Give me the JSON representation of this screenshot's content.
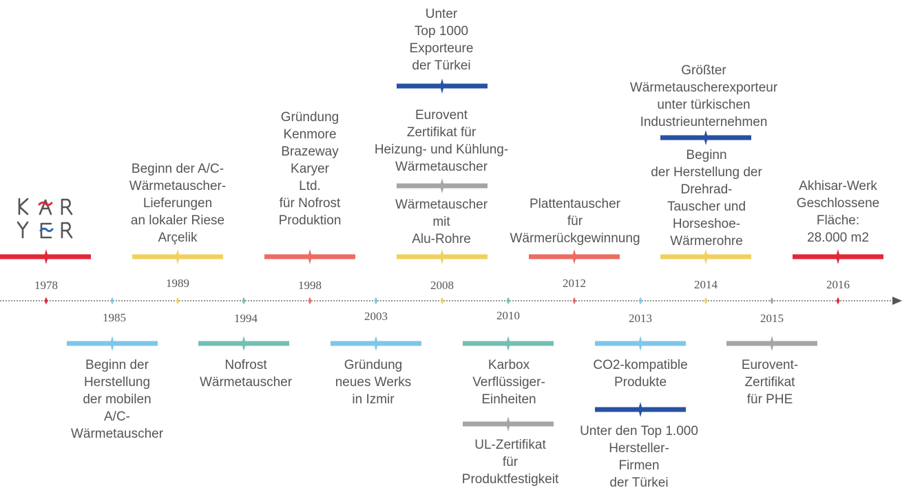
{
  "logo": {
    "line1": "K A R",
    "line2": "Y E R",
    "brand_color": "#e0283a",
    "accent_color": "#2a6ab0"
  },
  "colors": {
    "red": "#e0283a",
    "yellow": "#f0d160",
    "salmon": "#ec6c63",
    "navy": "#2851a3",
    "gray": "#a5a5a5",
    "lightblue": "#7fc6ea",
    "teal": "#73bfb2",
    "text": "#555555",
    "axis": "#555555"
  },
  "events": [
    {
      "year": "1978",
      "color": "red",
      "labels": []
    },
    {
      "year": "1985",
      "color": "lightblue",
      "labels": [
        "Beginn der\nHerstellung\nder mobilen\nA/C-\nWärmetauscher"
      ]
    },
    {
      "year": "1989",
      "color": "yellow",
      "labels": [
        "Beginn der A/C-\nWärmetauscher-\nLieferungen\nan lokaler Riese\nArçelik"
      ]
    },
    {
      "year": "1994",
      "color": "teal",
      "labels": [
        "Nofrost\nWärmetauscher"
      ]
    },
    {
      "year": "1998",
      "color": "salmon",
      "labels": [
        "Gründung\nKenmore\nBrazeway\nKaryer\nLtd.\nfür Nofrost\nProduktion"
      ]
    },
    {
      "year": "2003",
      "color": "lightblue",
      "labels": [
        "Gründung\nneues Werks\nin Izmir"
      ]
    },
    {
      "year": "2008",
      "color": "yellow",
      "labels": [
        "Wärmetauscher\nmit\nAlu-Rohre",
        "Eurovent\nZertifikat für\nHeizung- und Kühlung-\nWärmetauscher",
        "Unter\nTop 1000\nExporteure\nder Türkei"
      ]
    },
    {
      "year": "2010",
      "color": "teal",
      "labels": [
        "Karbox\nVerflüssiger-\nEinheiten",
        "UL-Zertifikat\nfür\nProduktfestigkeit"
      ]
    },
    {
      "year": "2012",
      "color": "salmon",
      "labels": [
        "Plattentauscher\nfür\nWärmerückgewinnung"
      ]
    },
    {
      "year": "2013",
      "color": "lightblue",
      "labels": [
        "CO2-kompatible\nProdukte",
        "Unter den Top 1.000\nHersteller-\nFirmen\nder Türkei"
      ]
    },
    {
      "year": "2014",
      "color": "yellow",
      "labels": [
        "Beginn\nder Herstellung der\nDrehrad-\nTauscher und\nHorseshoe-\nWärmerohre",
        "Größter\nWärmetauscherexporteur\nunter türkischen\nIndustrieunternehmen"
      ]
    },
    {
      "year": "2015",
      "color": "gray",
      "labels": [
        "Eurovent-\nZertifikat\nfür PHE"
      ]
    },
    {
      "year": "2016",
      "color": "red",
      "labels": [
        "Akhisar-Werk\nGeschlossene\nFläche:\n28.000 m2"
      ]
    }
  ]
}
